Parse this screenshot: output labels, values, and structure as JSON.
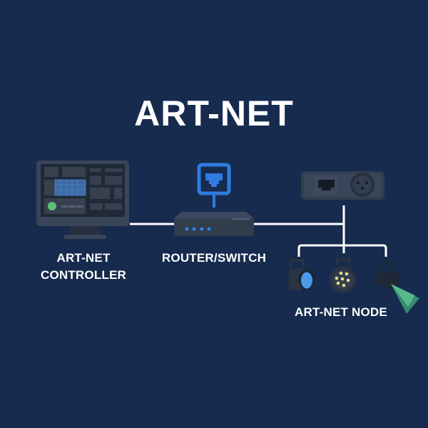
{
  "title": "ART-NET",
  "nodes": {
    "controller": {
      "line1": "ART-NET",
      "line2": "CONTROLLER",
      "icon": "monitor-icon"
    },
    "router": {
      "label": "ROUTER/SWITCH",
      "icon": "router-icon",
      "port_icon": "ethernet-port-icon"
    },
    "node": {
      "label": "ART-NET NODE",
      "icon": "dmx-node-icon"
    }
  },
  "fixtures": [
    "par-light-icon",
    "led-light-icon",
    "beam-light-icon"
  ],
  "colors": {
    "background": "#162b4d",
    "accent_blue": "#2f7be0",
    "cable": "#ffffff",
    "device": "#323d4e"
  }
}
